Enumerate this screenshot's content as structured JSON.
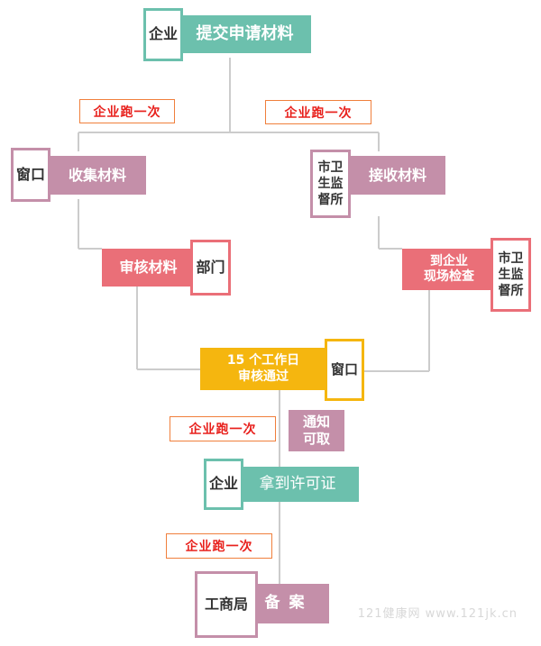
{
  "nodes": {
    "submit": {
      "actor": "企业",
      "action": "提交申请材料"
    },
    "window_collect": {
      "actor": "窗口",
      "action": "收集材料"
    },
    "receive": {
      "actor_lines": [
        "市卫",
        "生监",
        "督所"
      ],
      "action": "接收材料"
    },
    "review": {
      "action": "审核材料",
      "actor": "部门"
    },
    "inspect": {
      "action_lines": [
        "到企业",
        "现场检查"
      ],
      "actor_lines": [
        "市卫",
        "生监",
        "督所"
      ]
    },
    "approve": {
      "action_lines": [
        "15 个工作日",
        "审核通过"
      ],
      "actor": "窗口"
    },
    "notify": {
      "lines": [
        "通知",
        "可取"
      ]
    },
    "license": {
      "actor": "企业",
      "action": "拿到许可证"
    },
    "record": {
      "actor": "工商局",
      "action": "备 案"
    }
  },
  "notes": {
    "left_top": "企业跑一次",
    "right_top": "企业跑一次",
    "middle": "企业跑一次",
    "bottom": "企业跑一次"
  },
  "watermark": "121健康网 www.121jk.cn",
  "colors": {
    "teal": "#6cc0ad",
    "mauve": "#c48fa9",
    "pink": "#ea6f78",
    "gold": "#f5b60f",
    "note_border": "#f07f3c",
    "note_text": "#e8211d",
    "connector": "#cccccc"
  }
}
